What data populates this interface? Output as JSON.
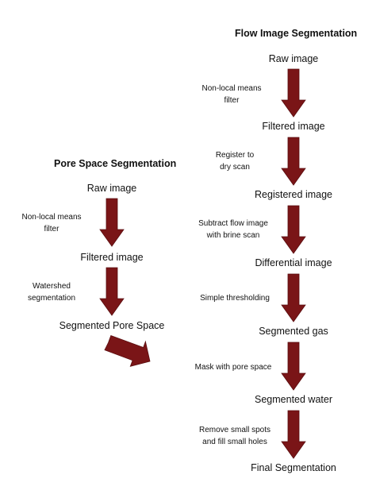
{
  "left": {
    "title": "Pore Space Segmentation",
    "nodes": [
      "Raw image",
      "Filtered image",
      "Segmented Pore Space"
    ],
    "steps": [
      [
        "Non-local means",
        "filter"
      ],
      [
        "Watershed",
        "segmentation"
      ]
    ]
  },
  "right": {
    "title": "Flow Image Segmentation",
    "nodes": [
      "Raw image",
      "Filtered image",
      "Registered image",
      "Differential image",
      "Segmented gas",
      "Segmented water",
      "Final Segmentation"
    ],
    "steps": [
      [
        "Non-local means",
        "filter"
      ],
      [
        "Register to",
        "dry scan"
      ],
      [
        "Subtract flow image",
        "with brine scan"
      ],
      [
        "Simple thresholding"
      ],
      [
        "Mask with pore space"
      ],
      [
        "Remove small spots",
        "and fill small holes"
      ]
    ]
  },
  "colors": {
    "arrow": "#7a1517",
    "arrow_edge": "#5a0e10"
  }
}
